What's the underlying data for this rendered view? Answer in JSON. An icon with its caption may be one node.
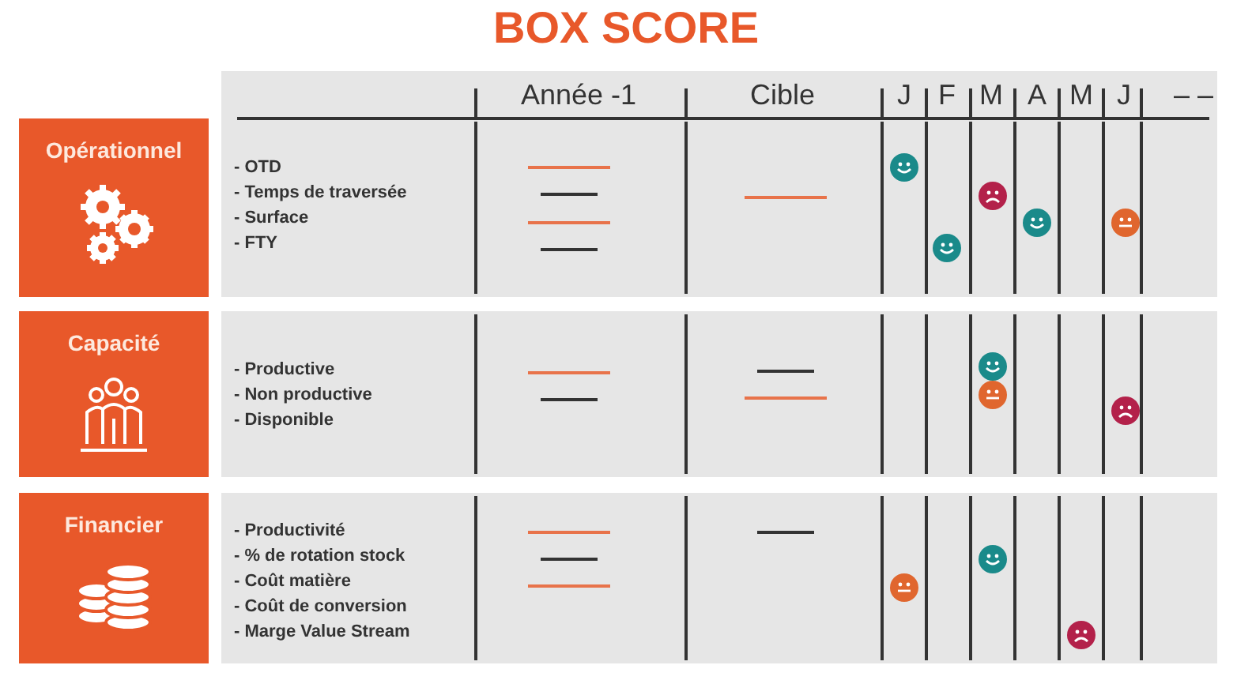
{
  "diagram": {
    "title": "BOX SCORE",
    "nodes": [
      {
        "text": [
          "Opérationnel"
        ]
      },
      {
        "text": [
          "Capacité"
        ]
      },
      {
        "text": [
          "Financier"
        ]
      }
    ],
    "labels": [
      "Année -1",
      "Cible",
      "J",
      "F",
      "M",
      "A",
      "M",
      "J",
      "– –",
      "- OTD",
      "- Temps de traversée",
      "- Surface",
      "- FTY",
      "- Productive",
      "- Non productive",
      "- Disponible",
      "- Productivité",
      "- % de rotation stock",
      "- Coût matière",
      "- Coût de conversion",
      "- Marge Value Stream"
    ]
  }
}
